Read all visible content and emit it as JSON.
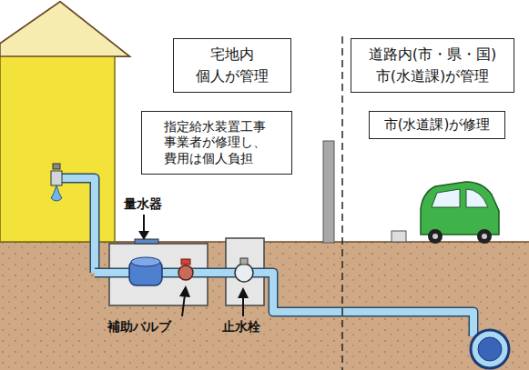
{
  "diagram": {
    "nodes": [
      {
        "text": [
          "宅地内",
          "個人が管理"
        ]
      },
      {
        "text": [
          "道路内(市・県・国)",
          "市(水道課)が管理"
        ]
      },
      {
        "text": [
          "指定給水装置工事 事業者が修理し、 費用は個人負担"
        ]
      },
      {
        "text": [
          "市(水道課)が修理"
        ]
      }
    ],
    "labels": [
      "量水器",
      "補助バルブ",
      "止水栓"
    ]
  }
}
